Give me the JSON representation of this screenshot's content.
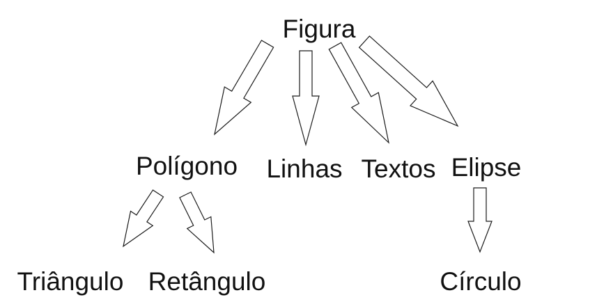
{
  "diagram": {
    "type": "hierarchy",
    "root": "Figura",
    "nodes": {
      "figura": "Figura",
      "poligono": "Polígono",
      "linhas": "Linhas",
      "textos": "Textos",
      "elipse": "Elipse",
      "triangulo": "Triângulo",
      "retangulo": "Retângulo",
      "circulo": "Círculo"
    },
    "edges": [
      {
        "from": "Figura",
        "to": "Polígono"
      },
      {
        "from": "Figura",
        "to": "Linhas"
      },
      {
        "from": "Figura",
        "to": "Textos"
      },
      {
        "from": "Figura",
        "to": "Elipse"
      },
      {
        "from": "Polígono",
        "to": "Triângulo"
      },
      {
        "from": "Polígono",
        "to": "Retângulo"
      },
      {
        "from": "Elipse",
        "to": "Círculo"
      }
    ],
    "arrow_style": "hollow-block-arrow"
  }
}
